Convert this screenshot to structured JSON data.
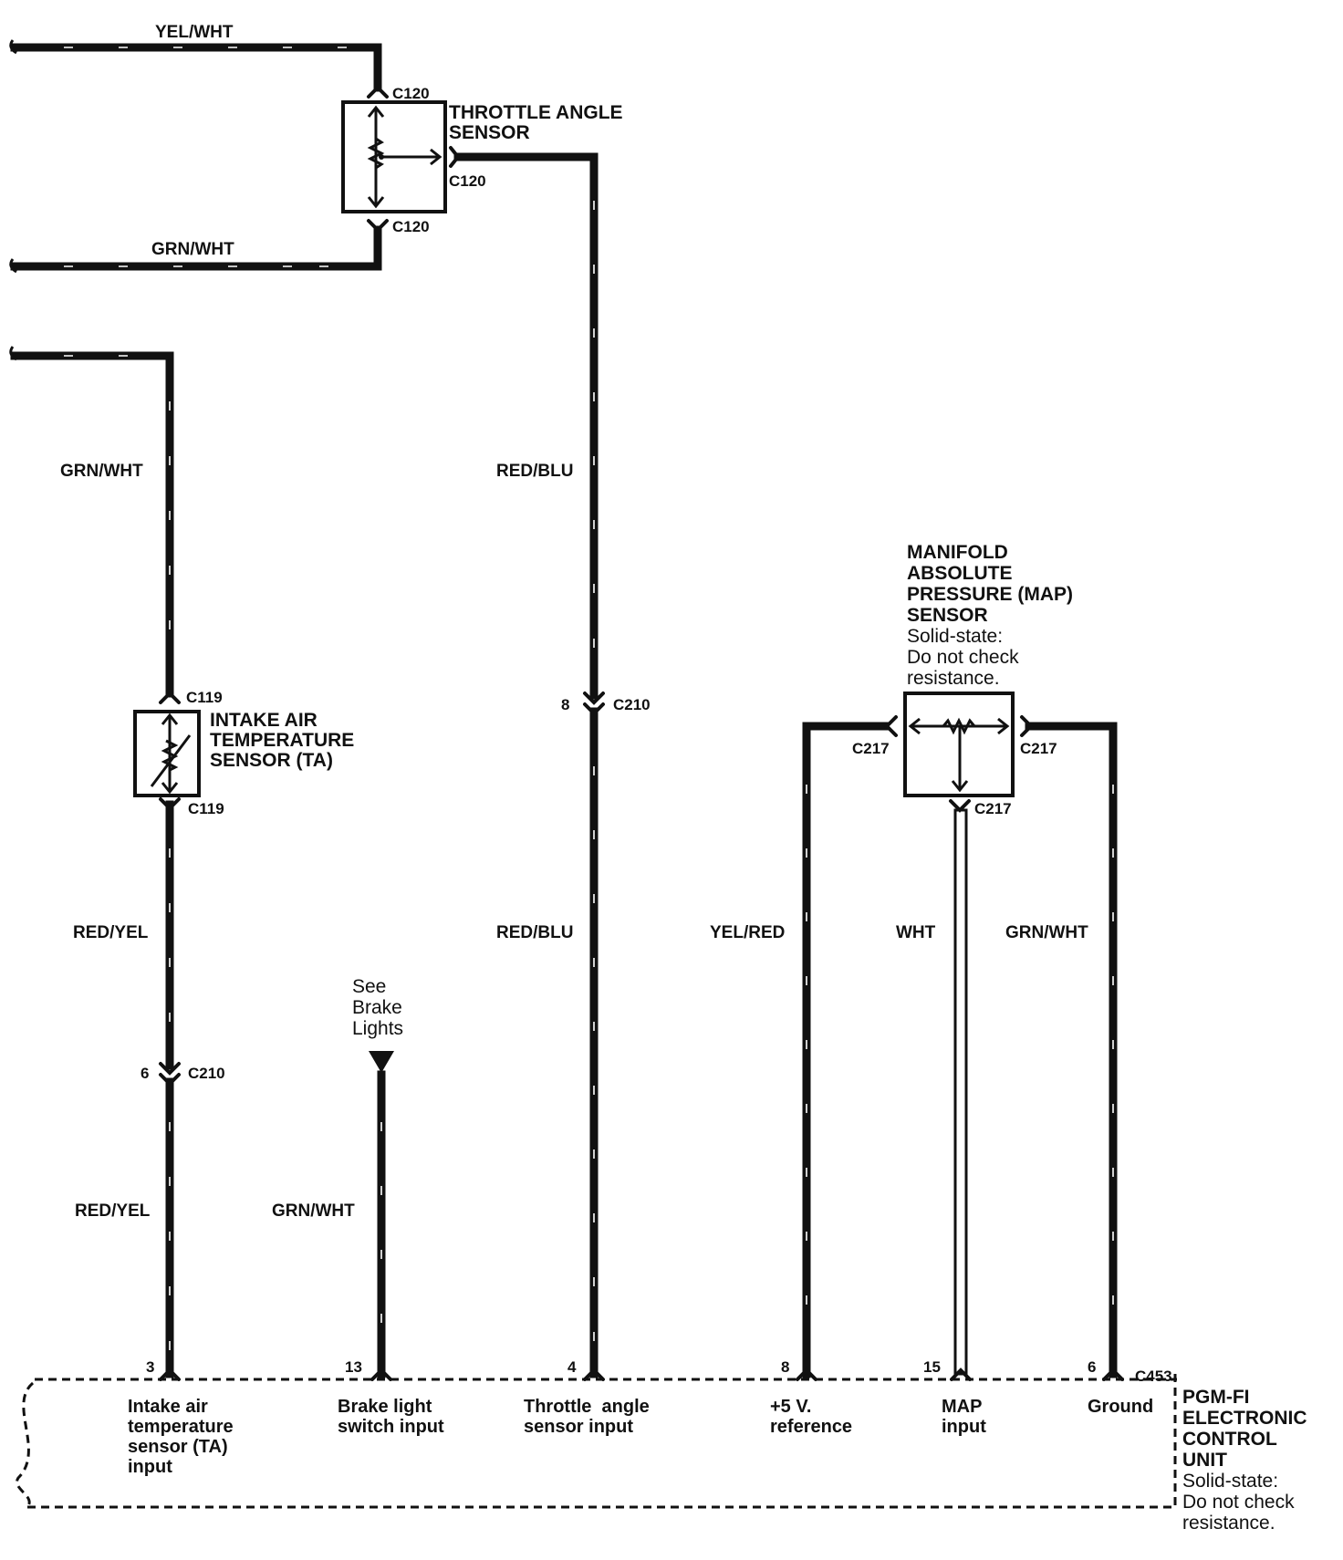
{
  "wire_colors": {
    "top_yel_wht": "YEL/WHT",
    "top_grn_wht": "GRN/WHT",
    "left_grn_wht": "GRN/WHT",
    "ta_upper_red_yel": "RED/YEL",
    "ta_lower_red_yel": "RED/YEL",
    "brake_grn_wht": "GRN/WHT",
    "throttle_upper_red_blu": "RED/BLU",
    "throttle_lower_red_blu": "RED/BLU",
    "map_ref_yel_red": "YEL/RED",
    "map_out_wht": "WHT",
    "map_gnd_grn_wht": "GRN/WHT"
  },
  "connectors": {
    "c120_top": "C120",
    "c120_side": "C120",
    "c120_bottom": "C120",
    "c119_top": "C119",
    "c119_bottom": "C119",
    "c210_left": "C210",
    "c210_right": "C210",
    "c210_left_pin": "6",
    "c210_right_pin": "8",
    "c217_left": "C217",
    "c217_right": "C217",
    "c217_bottom": "C217",
    "c453": "C453"
  },
  "components": {
    "throttle_sensor": [
      "THROTTLE ANGLE",
      "SENSOR"
    ],
    "ta_sensor": [
      "INTAKE AIR",
      "TEMPERATURE",
      "SENSOR (TA)"
    ],
    "map_sensor_title": [
      "MANIFOLD",
      "ABSOLUTE",
      "PRESSURE (MAP)",
      "SENSOR"
    ],
    "map_sensor_note": [
      "Solid-state:",
      "Do not check",
      "resistance."
    ],
    "brake_ref": [
      "See",
      "Brake",
      "Lights"
    ]
  },
  "ecu": {
    "title": [
      "PGM-FI",
      "ELECTRONIC",
      "CONTROL",
      "UNIT"
    ],
    "note": [
      "Solid-state:",
      "Do not check",
      "resistance."
    ],
    "pins": [
      {
        "pin": "3",
        "label": [
          "Intake air",
          "temperature",
          "sensor (TA)",
          "input"
        ]
      },
      {
        "pin": "13",
        "label": [
          "Brake light",
          "switch input"
        ]
      },
      {
        "pin": "4",
        "label": [
          "Throttle  angle",
          "sensor input"
        ]
      },
      {
        "pin": "8",
        "label": [
          "+5 V.",
          "reference"
        ]
      },
      {
        "pin": "15",
        "label": [
          "MAP",
          "input"
        ]
      },
      {
        "pin": "6",
        "label": [
          "Ground"
        ]
      }
    ]
  }
}
